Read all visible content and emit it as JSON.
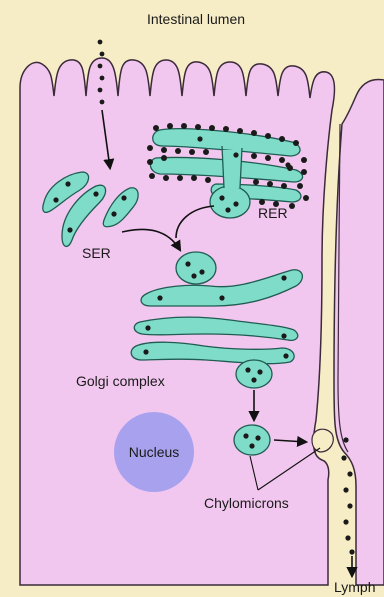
{
  "labels": {
    "lumen": "Intestinal lumen",
    "rer": "RER",
    "ser": "SER",
    "golgi": "Golgi complex",
    "nucleus": "Nucleus",
    "chylomicrons": "Chylomicrons",
    "lymph": "Lymph"
  },
  "colors": {
    "background": "#f6ecc6",
    "cell": "#f2c7ef",
    "cell_outline": "#3a2a3a",
    "organelle": "#7fdcc8",
    "organelle_outline": "#1f5c52",
    "nucleus": "#a8a2ee",
    "dots": "#1a1a1a"
  }
}
